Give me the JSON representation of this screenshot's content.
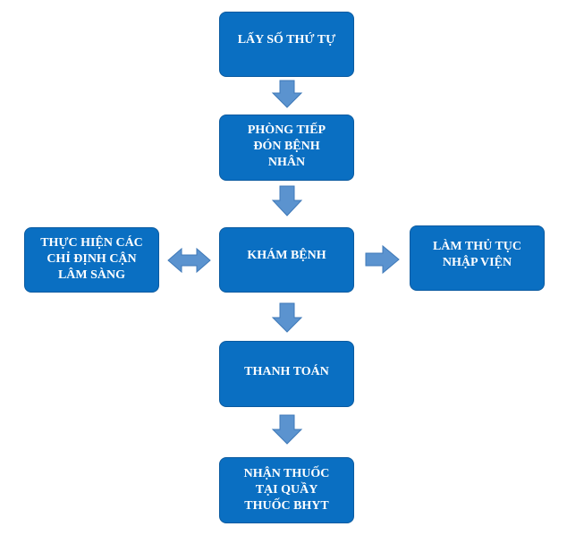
{
  "nodes": {
    "lay_so_thu_tu": "LẤY SỐ THỨ TỰ",
    "phong_tiep_don": [
      "PHÒNG TIẾP",
      "ĐÓN BỆNH",
      "NHÂN"
    ],
    "kham_benh": "KHÁM BỆNH",
    "thuc_hien_chi_dinh": [
      "THỰC HIỆN CÁC",
      "CHỈ ĐỊNH CẬN",
      "LÂM SÀNG"
    ],
    "lam_thu_tuc": [
      "LÀM THỦ TỤC",
      "NHẬP VIỆN"
    ],
    "thanh_toan": "THANH TOÁN",
    "nhan_thuoc": [
      "NHẬN THUỐC",
      "TẠI QUẦY",
      "THUỐC BHYT"
    ]
  },
  "colors": {
    "node_fill": "#0a6fc2",
    "arrow_fill": "#5b93cf"
  }
}
